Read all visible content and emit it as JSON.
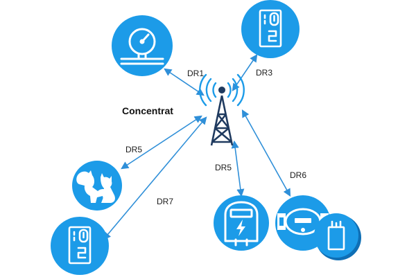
{
  "diagram": {
    "center_label": "Concentrat",
    "links": [
      {
        "id": "gauge",
        "label": "DR1"
      },
      {
        "id": "cabinet-top",
        "label": "DR3"
      },
      {
        "id": "pets",
        "label": "DR5"
      },
      {
        "id": "cabinet-bottom",
        "label": "DR7"
      },
      {
        "id": "meter",
        "label": "DR5"
      },
      {
        "id": "flow-meter",
        "label": "DR6"
      }
    ],
    "icons": {
      "tower": "signal-tower-icon",
      "gauge": "pressure-gauge-icon",
      "cabinet": "control-cabinet-icon",
      "pets": "cat-and-dog-icon",
      "meter": "electric-meter-icon",
      "flow_meter": "flow-meter-icon",
      "remote": "remote-device-icon"
    },
    "colors": {
      "node": "#1c9be8",
      "link": "#2f8fd8",
      "tower": "#1f3a5f",
      "tower_waves": "#1c9be8"
    }
  }
}
